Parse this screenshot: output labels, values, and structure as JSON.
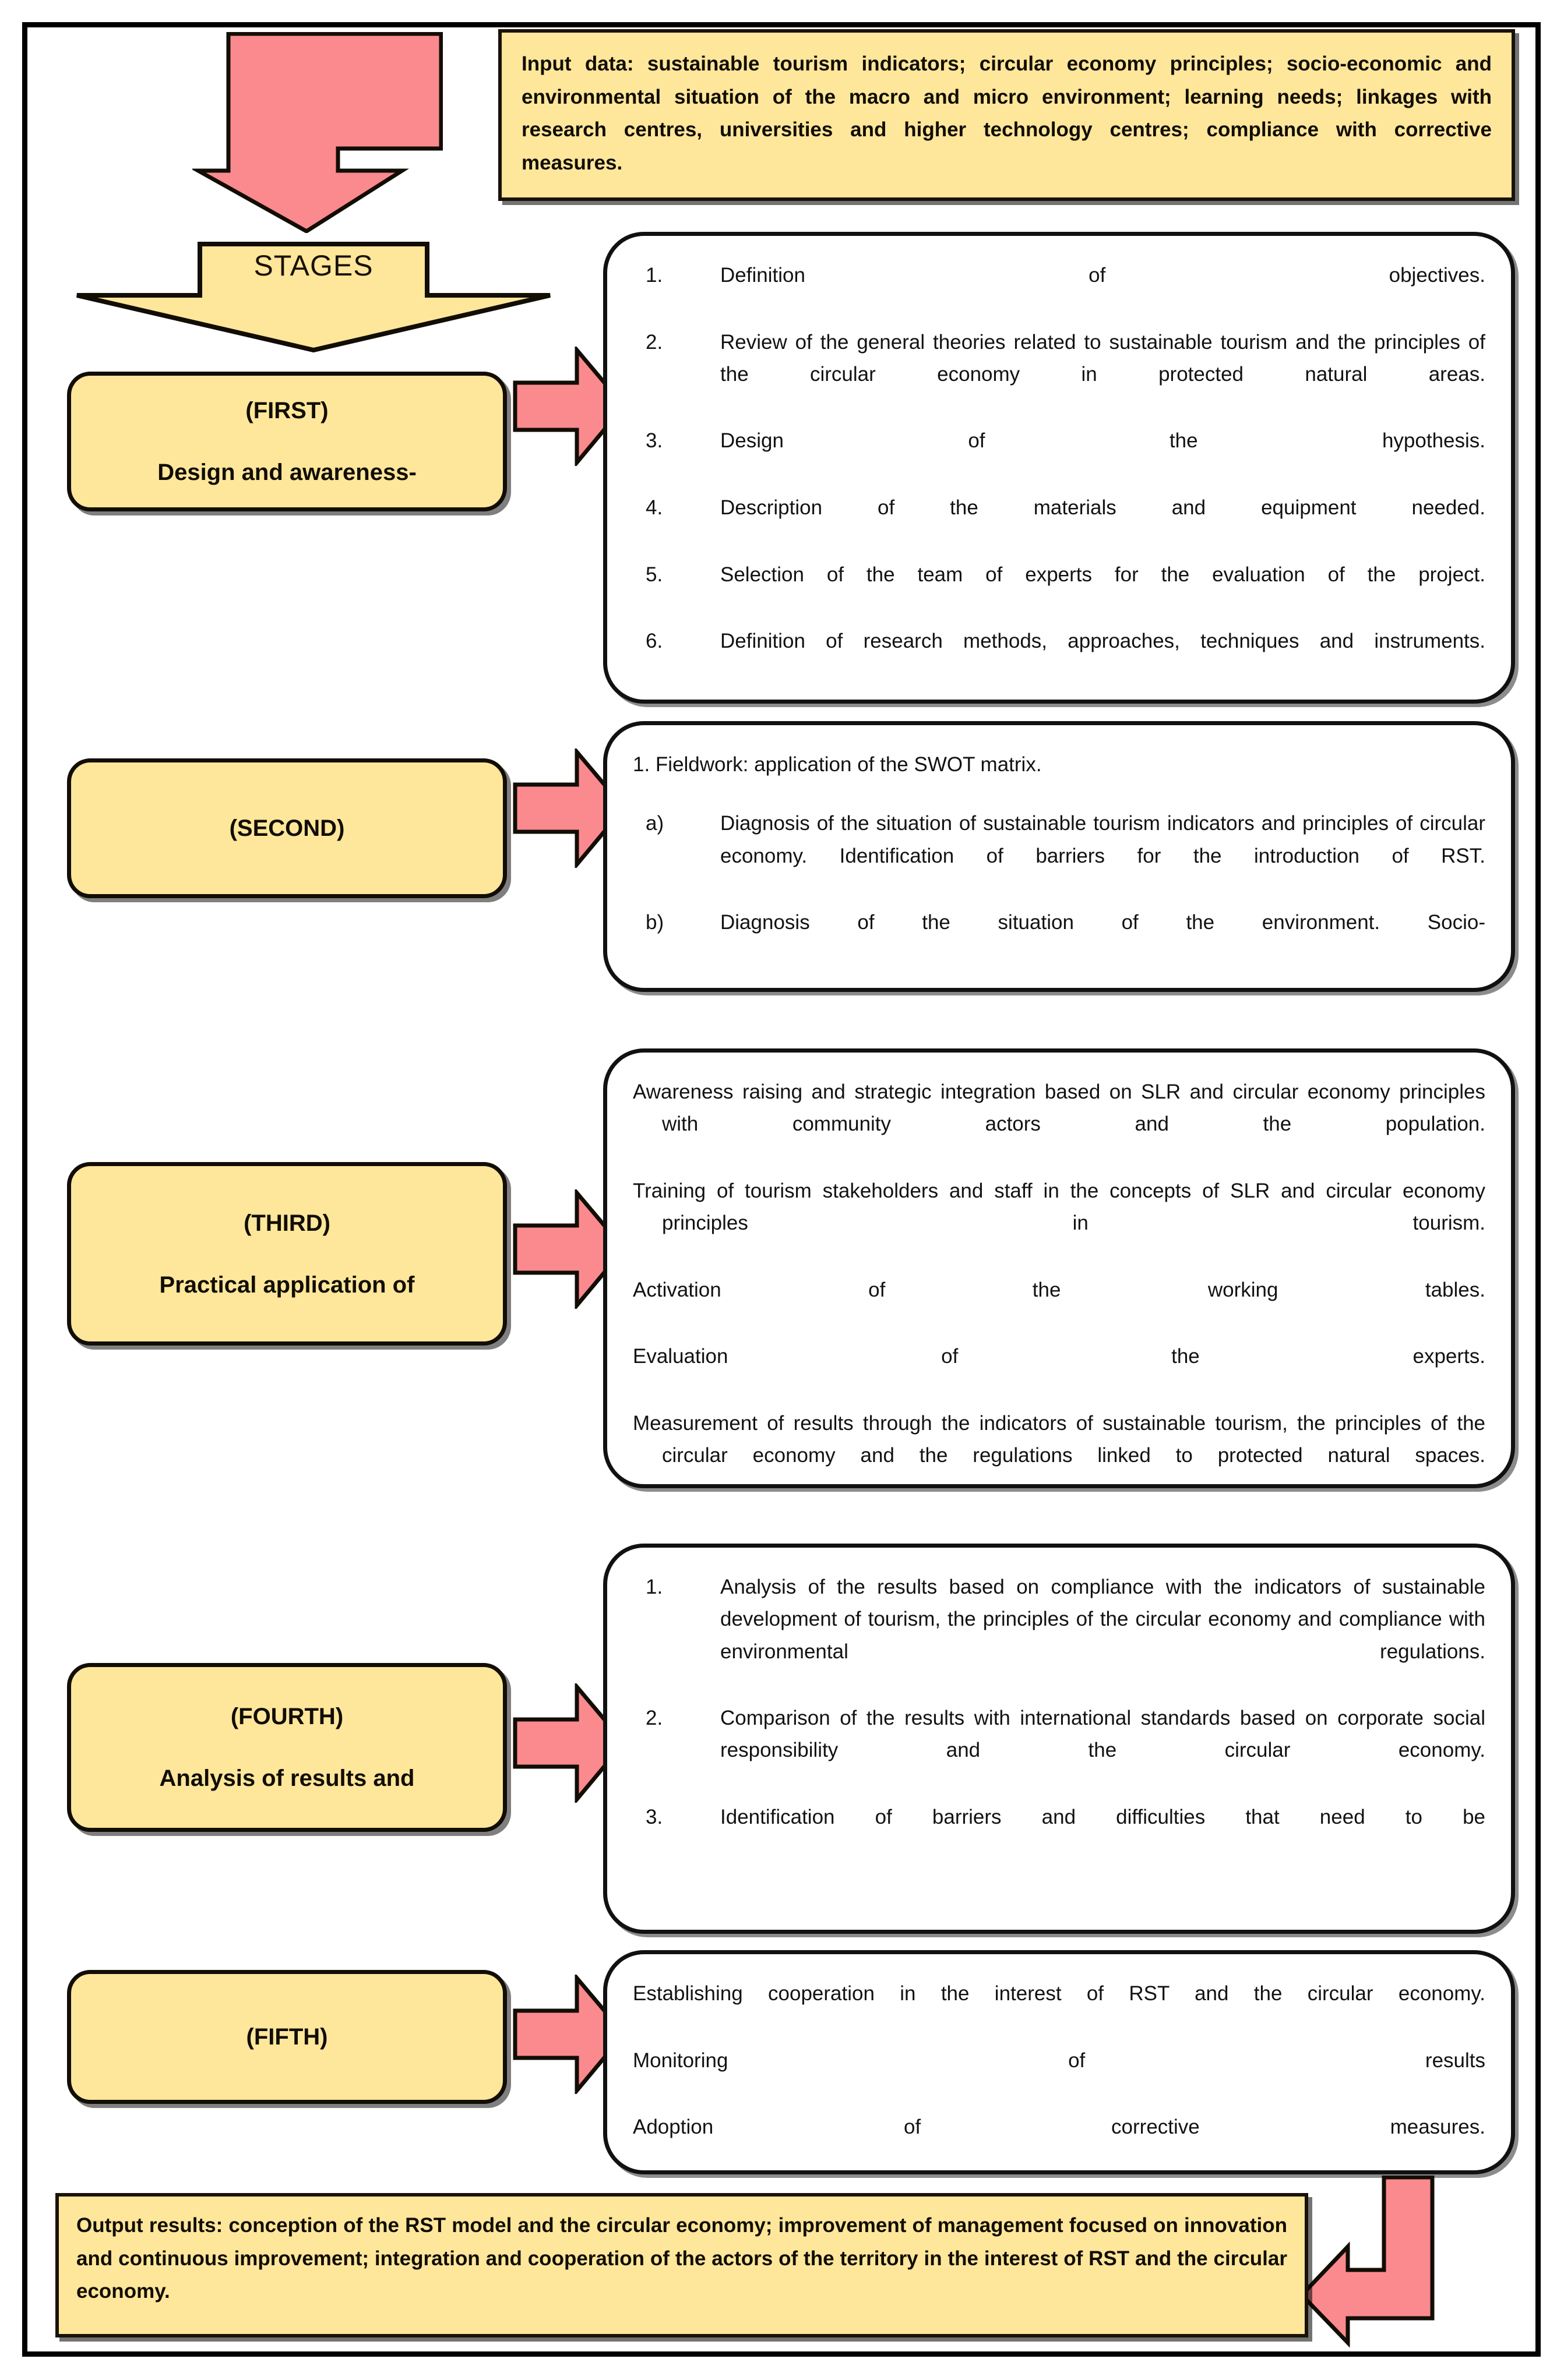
{
  "colors": {
    "yellow_fill": "#FEE79B",
    "pink_arrow": "#FA8A8E",
    "outline": "#120d05",
    "content_bg": "#FFFFFF"
  },
  "input": {
    "text": "Input data: sustainable tourism indicators; circular economy principles; socio-economic and environmental situation of the macro and micro environment; learning needs; linkages with research centres, universities and higher technology centres; compliance with corrective measures."
  },
  "stages_banner": {
    "label": "STAGES"
  },
  "stages": [
    {
      "title": "(FIRST)",
      "subtitle": "Design and awareness-",
      "content": {
        "lead": "",
        "list_style": "marked",
        "items": [
          {
            "marker": "1.",
            "body": "Definition of objectives."
          },
          {
            "marker": "2.",
            "body": "Review of the general theories related to sustainable tourism and the principles of the circular economy in protected natural areas."
          },
          {
            "marker": "3.",
            "body": "Design of the hypothesis."
          },
          {
            "marker": "4.",
            "body": "Description of the materials and equipment needed."
          },
          {
            "marker": "5.",
            "body": "Selection of the team of experts for the evaluation of the project."
          },
          {
            "marker": "6.",
            "body": "Definition of research methods, approaches, techniques and instruments."
          }
        ]
      }
    },
    {
      "title": "(SECOND)",
      "subtitle": "",
      "content": {
        "lead": "1. Fieldwork: application of the SWOT matrix.",
        "list_style": "marked",
        "items": [
          {
            "marker": "a)",
            "body": "Diagnosis of the situation of sustainable tourism indicators and principles of circular economy. Identification of barriers for the introduction of RST."
          },
          {
            "marker": "b)",
            "body": "Diagnosis of the situation of the environment. Socio-"
          }
        ]
      }
    },
    {
      "title": "(THIRD)",
      "subtitle": "Practical application of",
      "content": {
        "lead": "",
        "list_style": "hanging",
        "items": [
          {
            "marker": "",
            "body": "Awareness raising and strategic integration based on SLR and circular economy principles with community actors and the population."
          },
          {
            "marker": "",
            "body": "Training of tourism stakeholders and staff in the concepts of SLR and circular economy principles in tourism."
          },
          {
            "marker": "",
            "body": "Activation of the working tables."
          },
          {
            "marker": "",
            "body": "Evaluation of the experts."
          },
          {
            "marker": "",
            "body": "Measurement of results through the indicators of sustainable tourism, the principles of the circular economy and the regulations linked to protected natural spaces."
          }
        ]
      }
    },
    {
      "title": "(FOURTH)",
      "subtitle": "Analysis of results and",
      "content": {
        "lead": "",
        "list_style": "marked",
        "items": [
          {
            "marker": "1.",
            "body": "Analysis of the results based on compliance with the indicators of sustainable development of tourism, the principles of the circular economy and compliance with environmental regulations."
          },
          {
            "marker": "2.",
            "body": "Comparison of the results with international standards based on corporate social responsibility and the circular economy."
          },
          {
            "marker": "3.",
            "body": "Identification of barriers and difficulties that need to be"
          }
        ]
      }
    },
    {
      "title": "(FIFTH)",
      "subtitle": "",
      "content": {
        "lead": "",
        "list_style": "hanging",
        "items": [
          {
            "marker": "",
            "body": "Establishing cooperation in the interest of RST and the circular economy."
          },
          {
            "marker": "",
            "body": "Monitoring of results"
          },
          {
            "marker": "",
            "body": "Adoption of corrective measures."
          }
        ]
      }
    }
  ],
  "output": {
    "text": "Output results: conception of the RST model and the circular economy; improvement of management focused on innovation and continuous improvement; integration and cooperation of the actors of the territory in the interest of RST and the circular economy."
  }
}
